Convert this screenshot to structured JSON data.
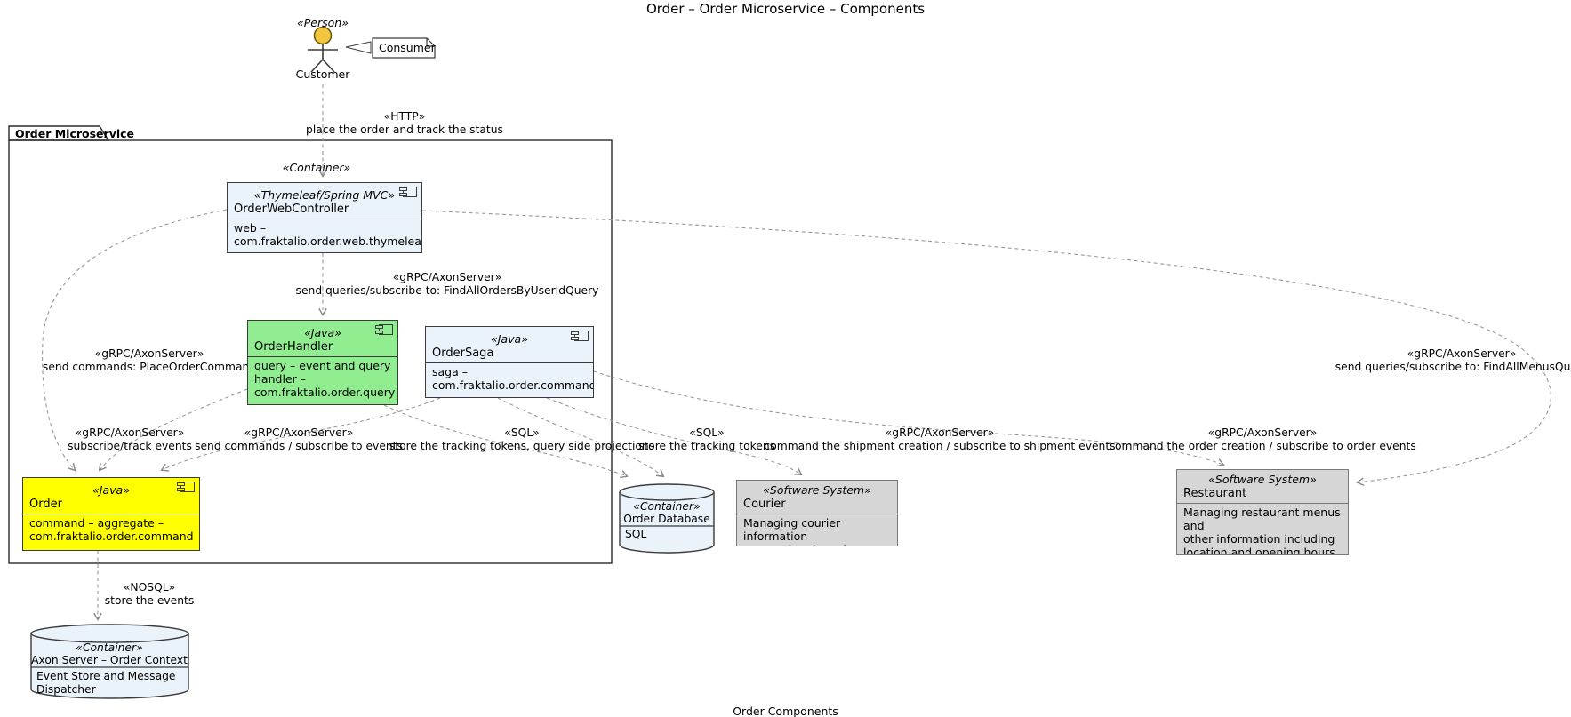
{
  "title": "Order – Order Microservice – Components",
  "caption": "Order Components",
  "colors": {
    "container_fill": "#EAF2FA",
    "handler_fill": "#90EE90",
    "aggregate_fill": "#FFFF00",
    "external_fill": "#D6D6D6",
    "border": "#3B3B3B",
    "edge": "#909090",
    "actor_head": "#F2C63F"
  },
  "actor": {
    "stereotype": "«Person»",
    "name": "Customer",
    "note_label": "Consumer"
  },
  "package": {
    "name": "Order Microservice",
    "container_stereotype": "«Container»"
  },
  "components": {
    "web_controller": {
      "stereotype": "«Thymeleaf/Spring MVC»",
      "name": "OrderWebController",
      "description": "web –\ncom.fraktalio.order.web.thymeleaf"
    },
    "order_handler": {
      "stereotype": "«Java»",
      "name": "OrderHandler",
      "description": "query – event and query\nhandler –\ncom.fraktalio.order.query"
    },
    "order_saga": {
      "stereotype": "«Java»",
      "name": "OrderSaga",
      "description": "saga –\ncom.fraktalio.order.command"
    },
    "order_aggregate": {
      "stereotype": "«Java»",
      "name": "Order",
      "description": "command – aggregate –\ncom.fraktalio.order.command"
    },
    "order_database": {
      "stereotype": "«Container»",
      "name": "Order Database",
      "technology": "SQL"
    },
    "courier": {
      "stereotype": "«Software System»",
      "name": "Courier",
      "description": "Managing courier information\n– A courier view of an order"
    },
    "restaurant": {
      "stereotype": "«Software System»",
      "name": "Restaurant",
      "description": "Managing restaurant menus and\nother information including\nlocation and opening hours –\nA restaurant view of an order"
    },
    "axon_server": {
      "stereotype": "«Container»",
      "name": "Axon Server – Order Context",
      "description": "Event Store and Message\nDispatcher"
    }
  },
  "edges": {
    "http": {
      "stereotype": "«HTTP»",
      "label": "place the order and track the status"
    },
    "find_all_orders": {
      "stereotype": "«gRPC/AxonServer»",
      "label": "send queries/subscribe to: FindAllOrdersByUserIdQuery"
    },
    "place_order_command": {
      "stereotype": "«gRPC/AxonServer»",
      "label": "send commands: PlaceOrderCommand"
    },
    "subscribe_track_events": {
      "stereotype": "«gRPC/AxonServer»",
      "label": "subscribe/track events"
    },
    "send_commands_subscribe": {
      "stereotype": "«gRPC/AxonServer»",
      "label": "send commands / subscribe to events"
    },
    "store_tokens_projections": {
      "stereotype": "«SQL»",
      "label": "store the tracking tokens, query side projections"
    },
    "store_tokens": {
      "stereotype": "«SQL»",
      "label": "store the tracking tokens"
    },
    "shipment": {
      "stereotype": "«gRPC/AxonServer»",
      "label": "command the shipment creation / subscribe to shipment events"
    },
    "order_creation": {
      "stereotype": "«gRPC/AxonServer»",
      "label": "command the order creation / subscribe to order events"
    },
    "find_all_menus": {
      "stereotype": "«gRPC/AxonServer»",
      "label": "send queries/subscribe to: FindAllMenusQuery"
    },
    "nosql_store_events": {
      "stereotype": "«NOSQL»",
      "label": "store the events"
    }
  }
}
